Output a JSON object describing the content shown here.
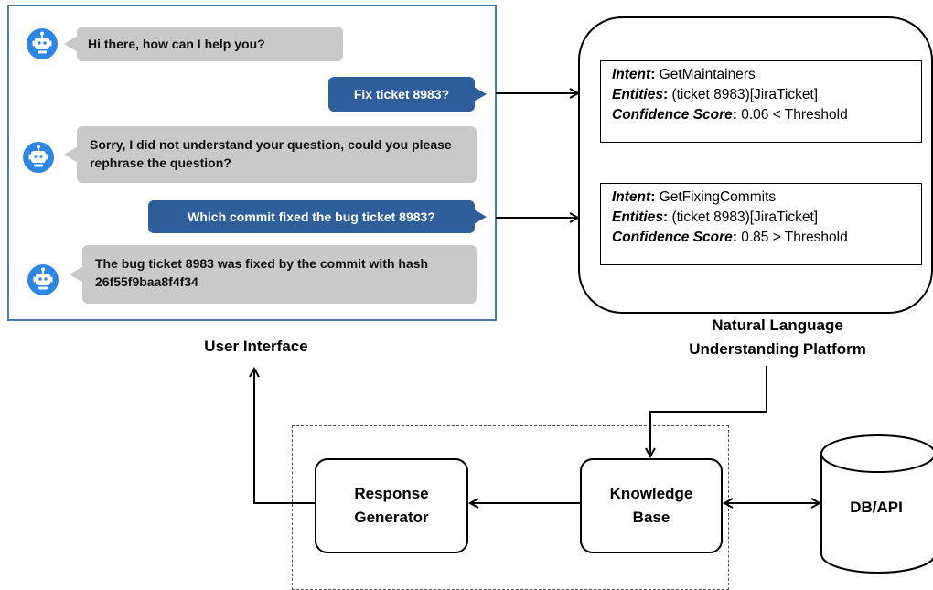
{
  "user_interface": {
    "label": "User Interface",
    "messages": [
      {
        "from": "bot",
        "text": "Hi there, how can I help you?"
      },
      {
        "from": "user",
        "text": "Fix ticket 8983?"
      },
      {
        "from": "bot",
        "text": "Sorry, I did not understand your question, could you please rephrase the question?"
      },
      {
        "from": "user",
        "text": "Which commit fixed the bug ticket 8983?"
      },
      {
        "from": "bot",
        "text": "The bug ticket 8983 was fixed by the commit with hash 26f55f9baa8f4f34"
      }
    ]
  },
  "nlu": {
    "label_line1": "Natural Language",
    "label_line2": "Understanding Platform",
    "results": [
      {
        "intent_key": "Intent",
        "intent_value": "GetMaintainers",
        "entities_key": "Entities",
        "entities_value": "(ticket 8983)[JiraTicket]",
        "confidence_key": "Confidence Score",
        "confidence_value": "0.06 < Threshold"
      },
      {
        "intent_key": "Intent",
        "intent_value": "GetFixingCommits",
        "entities_key": "Entities",
        "entities_value": "(ticket 8983)[JiraTicket]",
        "confidence_key": "Confidence Score",
        "confidence_value": "0.85 > Threshold"
      }
    ]
  },
  "components": {
    "response_generator_line1": "Response",
    "response_generator_line2": "Generator",
    "knowledge_base_line1": "Knowledge",
    "knowledge_base_line2": "Base",
    "db_api": "DB/API"
  },
  "colors": {
    "ui_border": "#4a7ab6",
    "bot_bubble": "#c9c9c9",
    "user_bubble": "#2f5f9a",
    "avatar": "#2b86e6"
  }
}
